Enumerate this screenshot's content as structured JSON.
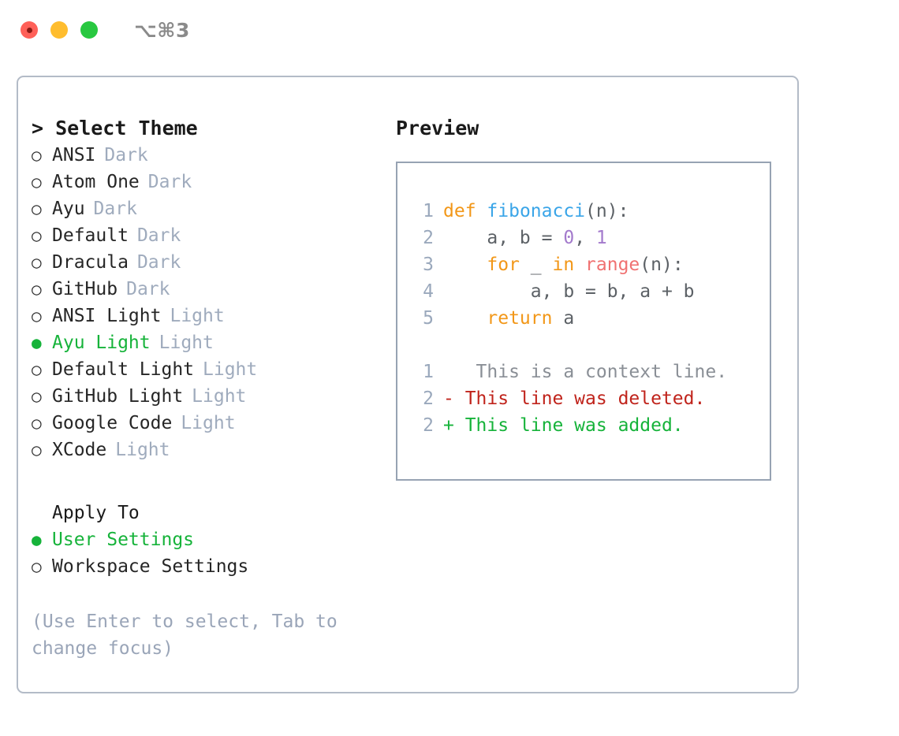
{
  "titlebar": {
    "shortcut": "⌥⌘3",
    "lights": [
      {
        "name": "close",
        "color": "#ff6058"
      },
      {
        "name": "minimize",
        "color": "#ffbd2e"
      },
      {
        "name": "maximize",
        "color": "#28c840"
      }
    ]
  },
  "left": {
    "heading": "> Select Theme",
    "themes": [
      {
        "bullet": "○",
        "name": "ANSI",
        "kind": "Dark",
        "selected": false
      },
      {
        "bullet": "○",
        "name": "Atom One",
        "kind": "Dark",
        "selected": false
      },
      {
        "bullet": "○",
        "name": "Ayu",
        "kind": "Dark",
        "selected": false
      },
      {
        "bullet": "○",
        "name": "Default",
        "kind": "Dark",
        "selected": false
      },
      {
        "bullet": "○",
        "name": "Dracula",
        "kind": "Dark",
        "selected": false
      },
      {
        "bullet": "○",
        "name": "GitHub",
        "kind": "Dark",
        "selected": false
      },
      {
        "bullet": "○",
        "name": "ANSI Light",
        "kind": "Light",
        "selected": false
      },
      {
        "bullet": "●",
        "name": "Ayu Light",
        "kind": "Light",
        "selected": true
      },
      {
        "bullet": "○",
        "name": "Default Light",
        "kind": "Light",
        "selected": false
      },
      {
        "bullet": "○",
        "name": "GitHub Light",
        "kind": "Light",
        "selected": false
      },
      {
        "bullet": "○",
        "name": "Google Code",
        "kind": "Light",
        "selected": false
      },
      {
        "bullet": "○",
        "name": "XCode",
        "kind": "Light",
        "selected": false
      }
    ],
    "apply_to_heading": "Apply To",
    "apply_to": [
      {
        "bullet": "●",
        "name": "User Settings",
        "selected": true
      },
      {
        "bullet": "○",
        "name": "Workspace Settings",
        "selected": false
      }
    ],
    "hint": "(Use Enter to select, Tab to change focus)"
  },
  "right": {
    "preview_title": "Preview",
    "code_lines": [
      {
        "num": "1",
        "tokens": [
          {
            "t": "def",
            "c": "k-kw"
          },
          {
            "t": " ",
            "c": "k-plain"
          },
          {
            "t": "fibonacci",
            "c": "k-fn"
          },
          {
            "t": "(n):",
            "c": "k-punc"
          }
        ]
      },
      {
        "num": "2",
        "tokens": [
          {
            "t": "    a, b = ",
            "c": "k-plain"
          },
          {
            "t": "0",
            "c": "k-num"
          },
          {
            "t": ", ",
            "c": "k-plain"
          },
          {
            "t": "1",
            "c": "k-num"
          }
        ]
      },
      {
        "num": "3",
        "tokens": [
          {
            "t": "    ",
            "c": "k-plain"
          },
          {
            "t": "for",
            "c": "k-kw"
          },
          {
            "t": " _ ",
            "c": "k-plain"
          },
          {
            "t": "in",
            "c": "k-kw"
          },
          {
            "t": " ",
            "c": "k-plain"
          },
          {
            "t": "range",
            "c": "k-call"
          },
          {
            "t": "(n):",
            "c": "k-punc"
          }
        ]
      },
      {
        "num": "4",
        "tokens": [
          {
            "t": "        a, b = b, a + b",
            "c": "k-plain"
          }
        ]
      },
      {
        "num": "5",
        "tokens": [
          {
            "t": "    ",
            "c": "k-plain"
          },
          {
            "t": "return",
            "c": "k-kw"
          },
          {
            "t": " a",
            "c": "k-plain"
          }
        ]
      }
    ],
    "diff_lines": [
      {
        "num": "1",
        "marker": " ",
        "text": "  This is a context line.",
        "cls": "d-ctx"
      },
      {
        "num": "2",
        "marker": "-",
        "text": " This line was deleted.",
        "cls": "d-del"
      },
      {
        "num": "2",
        "marker": "+",
        "text": " This line was added.",
        "cls": "d-add"
      }
    ]
  },
  "colors": {
    "accent_green": "#16b33a",
    "keyword_orange": "#f29718",
    "function_blue": "#3aa5e8",
    "number_purple": "#a37acc",
    "call_red": "#f07171",
    "muted": "#9fabbd",
    "diff_delete": "#c0241c",
    "diff_add": "#16b33a",
    "border": "#b3bbc7"
  }
}
